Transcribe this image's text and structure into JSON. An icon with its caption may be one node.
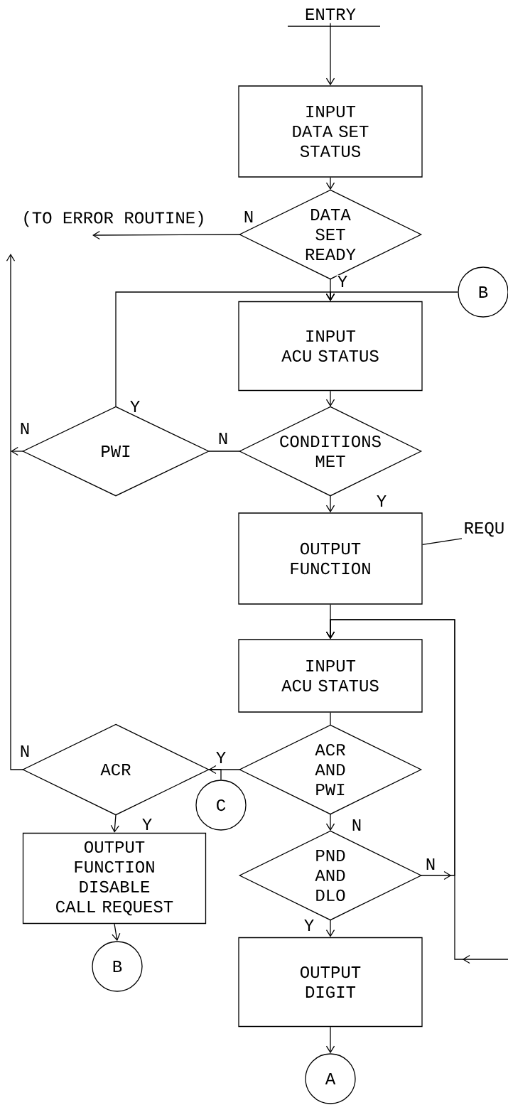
{
  "diagram": {
    "nodes": [
      {
        "text": [
          "ENTRY"
        ]
      },
      {
        "text": [
          "INPUT DATA SET STATUS"
        ]
      },
      {
        "text": [
          "DATA SET READY"
        ]
      },
      {
        "text": [
          "(TO ERROR ROUTINE)"
        ]
      },
      {
        "text": [
          "B"
        ]
      },
      {
        "text": [
          "INPUT ACU STATUS"
        ]
      },
      {
        "text": [
          "CONDITIONS MET"
        ]
      },
      {
        "text": [
          "PWI"
        ]
      },
      {
        "text": [
          "OUTPUT FUNCTION"
        ]
      },
      {
        "text": [
          "REQU"
        ]
      },
      {
        "text": [
          "INPUT ACU STATUS"
        ]
      },
      {
        "text": [
          "ACR AND PWI"
        ]
      },
      {
        "text": [
          "ACR"
        ]
      },
      {
        "text": [
          "C"
        ]
      },
      {
        "text": [
          "OUTPUT FUNCTION DISABLE CALL REQUEST"
        ]
      },
      {
        "text": [
          "B"
        ]
      },
      {
        "text": [
          "PND AND DLO"
        ]
      },
      {
        "text": [
          "OUTPUT DIGIT"
        ]
      },
      {
        "text": [
          "A"
        ]
      }
    ],
    "edges": [
      {
        "from": 0,
        "to": 1,
        "arrow": "to"
      },
      {
        "from": 1,
        "to": 2,
        "arrow": "to"
      },
      {
        "from": 2,
        "to": 3,
        "arrow": "to",
        "label": "N"
      },
      {
        "from": 2,
        "to": 5,
        "arrow": "to",
        "label": "Y"
      },
      {
        "from": 4,
        "to": 5,
        "arrow": "to"
      },
      {
        "from": 7,
        "to": 5,
        "arrow": "to",
        "label": "Y"
      },
      {
        "from": 6,
        "to": 7,
        "arrow": "none",
        "label": "N"
      },
      {
        "from": 5,
        "to": 6,
        "arrow": "to"
      },
      {
        "from": 7,
        "to": null,
        "arrow": "to",
        "label": "N"
      },
      {
        "from": 6,
        "to": 8,
        "arrow": "to",
        "label": "Y"
      },
      {
        "from": 9,
        "to": 8,
        "arrow": "none"
      },
      {
        "from": 8,
        "to": 10,
        "arrow": "to"
      },
      {
        "from": 10,
        "to": 11,
        "arrow": "none"
      },
      {
        "from": 11,
        "to": 12,
        "arrow": "none",
        "label": "Y"
      },
      {
        "from": 13,
        "to": 12,
        "arrow": "to"
      },
      {
        "from": 12,
        "to": null,
        "arrow": "to",
        "label": "N"
      },
      {
        "from": 12,
        "to": 14,
        "arrow": "to",
        "label": "Y"
      },
      {
        "from": 14,
        "to": 15,
        "arrow": "to"
      },
      {
        "from": 11,
        "to": 16,
        "arrow": "to",
        "label": "N"
      },
      {
        "from": 16,
        "to": 10,
        "arrow": "to",
        "label": "N"
      },
      {
        "from": null,
        "to": 10,
        "arrow": "to"
      },
      {
        "from": 16,
        "to": 17,
        "arrow": "to",
        "label": "Y"
      },
      {
        "from": 17,
        "to": 18,
        "arrow": "to"
      }
    ]
  }
}
